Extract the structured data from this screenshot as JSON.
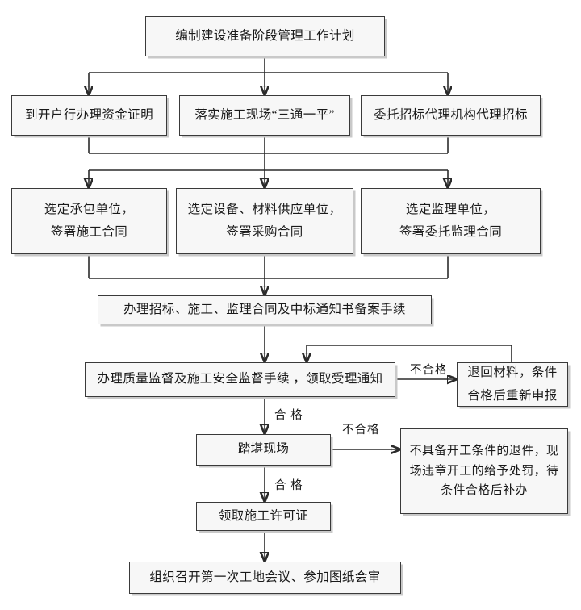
{
  "diagram": {
    "title_node": {
      "text": "编制建设准备阶段管理工作计划"
    },
    "row2": [
      {
        "text": "到开户行办理资金证明"
      },
      {
        "text": "落实施工现场“三通一平”"
      },
      {
        "text": "委托招标代理机构代理招标"
      }
    ],
    "row3": [
      {
        "line1": "选定承包单位，",
        "line2": "签署施工合同"
      },
      {
        "line1": "选定设备、材料供应单位，",
        "line2": "签署采购合同"
      },
      {
        "line1": "选定监理单位，",
        "line2": "签署委托监理合同"
      }
    ],
    "filing_node": {
      "text": "办理招标、施工、监理合同及中标通知书备案手续"
    },
    "supervision_node": {
      "text": "办理质量监督及施工安全监督手续 ，领取受理通知"
    },
    "return_material_node": {
      "line1": "退回材料，条件",
      "line2": "合格后重新申报"
    },
    "survey_node": {
      "text": "踏堪现场"
    },
    "penalty_node": {
      "line1": "不具备开工条件的退件，现",
      "line2": "场违章开工的给予处罚，待",
      "line3": "条件合格后补办"
    },
    "permit_node": {
      "text": "领取施工许可证"
    },
    "meeting_node": {
      "text": "组织召开第一次工地会议、参加图纸会审"
    },
    "labels": {
      "fail_supervision": "不合格",
      "pass_supervision": "合  格",
      "fail_survey": "不合格",
      "pass_survey": "合  格"
    },
    "colors": {
      "node_fill": "#f7f7f7",
      "node_border": "#3a3a3a",
      "shadow": "#c9c9c9",
      "line": "#2b2b2b",
      "text": "#1a1a1a",
      "background": "#ffffff"
    }
  }
}
